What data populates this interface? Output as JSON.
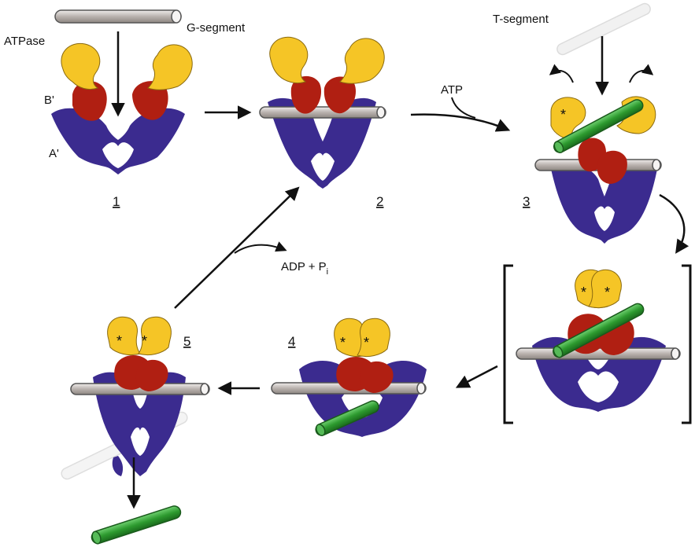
{
  "labels": {
    "atpase": "ATPase",
    "g_segment": "G-segment",
    "b_prime": "B'",
    "a_prime": "A'",
    "t_segment": "T-segment",
    "atp": "ATP",
    "adp": "ADP + P",
    "adp_sub": "i",
    "asterisk": "*"
  },
  "steps": [
    "1",
    "2",
    "3",
    "4",
    "5"
  ],
  "colors": {
    "atpase": "#f5c526",
    "atpase_stroke": "#7a5a00",
    "b_domain": "#b01f12",
    "a_domain": "#3b2b8f",
    "g_segment": "#c9c3c0",
    "t_segment": "#2d9a2f",
    "ghost": "#e4e4e4",
    "arrow": "#111111"
  }
}
